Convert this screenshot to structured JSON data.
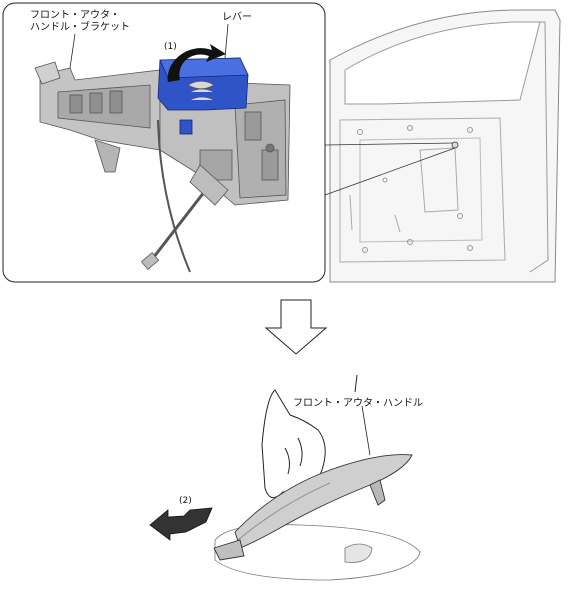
{
  "labels": {
    "bracket_line1": "フロント・アウタ・",
    "bracket_line2": "ハンドル・ブラケット",
    "lever": "レバー",
    "step1": "(1)",
    "handle": "フロント・アウタ・ハンドル",
    "step2": "(2)"
  },
  "colors": {
    "lever_blue": "#2f54c8",
    "lever_blue_dark": "#1c3a9e",
    "part_gray": "#bcbcbc",
    "part_gray_dark": "#8a8a8a",
    "line": "#222222"
  },
  "icons": {
    "flow_arrow": "down-arrow-outline-icon",
    "pull_arrow": "left-arrow-icon",
    "rotate_arrow": "curved-arrow-icon"
  }
}
